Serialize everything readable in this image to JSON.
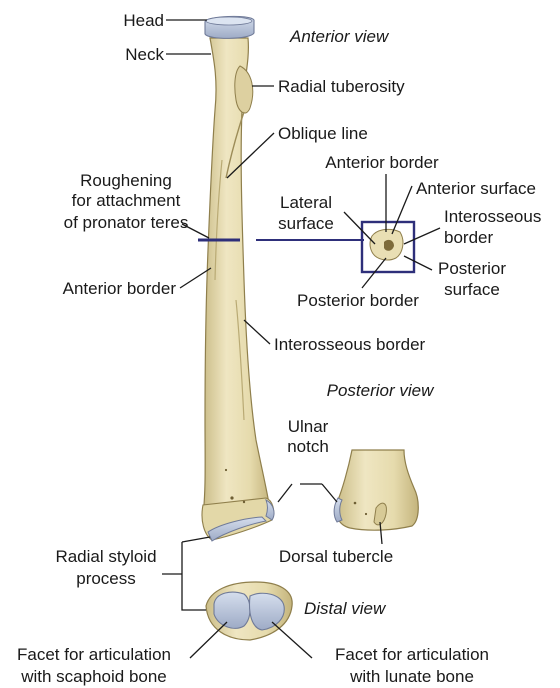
{
  "views": {
    "anterior": "Anterior view",
    "posterior": "Posterior view",
    "distal": "Distal view"
  },
  "labels": {
    "head": "Head",
    "neck": "Neck",
    "radial_tuberosity": "Radial tuberosity",
    "oblique_line": "Oblique line",
    "roughening": [
      "Roughening",
      "for attachment",
      "of pronator teres"
    ],
    "anterior_border_left": "Anterior border",
    "interosseous_border_main": "Interosseous border",
    "anterior_border_xs": "Anterior border",
    "lateral_surface": [
      "Lateral",
      "surface"
    ],
    "anterior_surface": "Anterior surface",
    "interosseous_border_xs": [
      "Interosseous",
      "border"
    ],
    "posterior_surface": [
      "Posterior",
      "surface"
    ],
    "posterior_border_xs": "Posterior border",
    "ulnar_notch": [
      "Ulnar",
      "notch"
    ],
    "dorsal_tubercle": "Dorsal tubercle",
    "radial_styloid": [
      "Radial styloid",
      "process"
    ],
    "facet_scaphoid": [
      "Facet for articulation",
      "with scaphoid bone"
    ],
    "facet_lunate": [
      "Facet for articulation",
      "with lunate bone"
    ]
  },
  "colors": {
    "bone": "#e9dfb4",
    "bone_shadow": "#c9bb86",
    "cartilage": "#b7c3d9",
    "section_line": "#2e2f7a"
  }
}
